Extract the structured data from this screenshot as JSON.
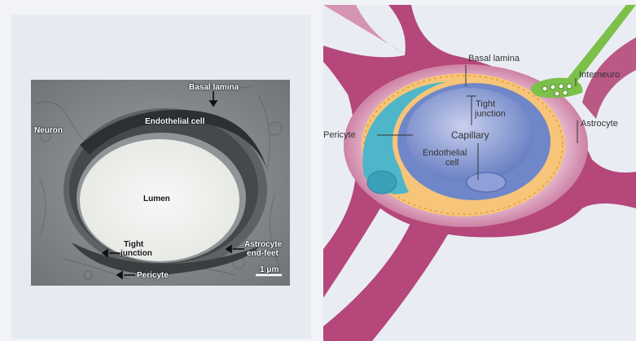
{
  "micrograph": {
    "labels": {
      "basal_lamina": "Basal lamina",
      "endothelial_cell": "Endothelial cell",
      "neuron": "Neuron",
      "lumen": "Lumen",
      "tight_junction_line1": "Tight",
      "tight_junction_line2": "junction",
      "astrocyte_line1": "Astrocyte",
      "astrocyte_line2": "end-feet",
      "pericyte": "Pericyte",
      "scale": "1 μm"
    }
  },
  "diagram": {
    "labels": {
      "basal_lamina": "Basal lamina",
      "interneuron": "Interneuro",
      "tight_junction_line1": "Tight",
      "tight_junction_line2": "junction",
      "pericyte": "Pericyte",
      "capillary": "Capillary",
      "astrocyte": "Astrocyte",
      "endothelial_line1": "Endothelial",
      "endothelial_line2": "cell"
    },
    "colors": {
      "astrocyte": "#b5477a",
      "astrocyte_light": "#f0d6e3",
      "pericyte": "#4fb5c8",
      "basal_lamina": "#f6c57a",
      "endothelial": "#6f86c9",
      "lumen": "#c5cdeb",
      "interneuron": "#7cc04a"
    }
  }
}
